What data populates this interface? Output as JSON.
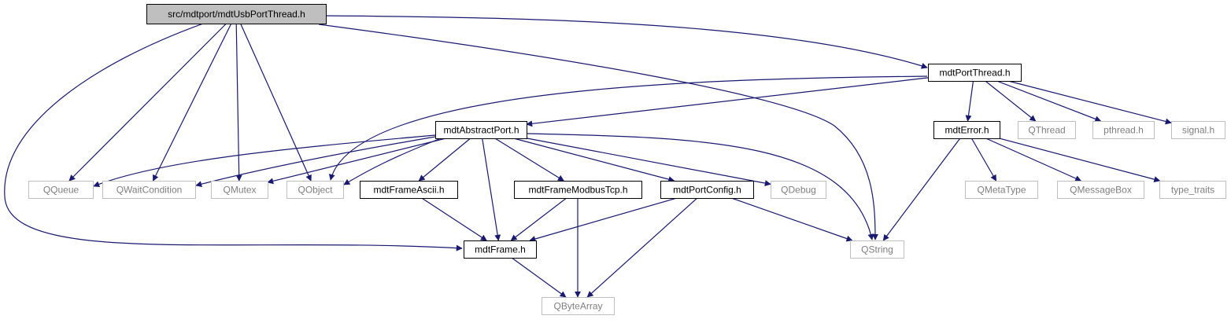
{
  "colors": {
    "edge": "#191970",
    "project_border": "#000000",
    "external_border": "#bfbfbf",
    "external_text": "#7f7f7f",
    "root_fill": "#bfbfbf",
    "text": "#000000"
  },
  "nodes": [
    {
      "id": "root",
      "label": "src/mdtport/mdtUsbPortThread.h",
      "kind": "root",
      "clickable": false
    },
    {
      "id": "mdtPortThread",
      "label": "mdtPortThread.h",
      "kind": "project",
      "clickable": true
    },
    {
      "id": "mdtAbstractPort",
      "label": "mdtAbstractPort.h",
      "kind": "project",
      "clickable": true
    },
    {
      "id": "mdtError",
      "label": "mdtError.h",
      "kind": "project",
      "clickable": true
    },
    {
      "id": "QThread",
      "label": "QThread",
      "kind": "external",
      "clickable": false
    },
    {
      "id": "pthread",
      "label": "pthread.h",
      "kind": "external",
      "clickable": false
    },
    {
      "id": "signal",
      "label": "signal.h",
      "kind": "external",
      "clickable": false
    },
    {
      "id": "QQueue",
      "label": "QQueue",
      "kind": "external",
      "clickable": false
    },
    {
      "id": "QWaitCondition",
      "label": "QWaitCondition",
      "kind": "external",
      "clickable": false
    },
    {
      "id": "QMutex",
      "label": "QMutex",
      "kind": "external",
      "clickable": false
    },
    {
      "id": "QObject",
      "label": "QObject",
      "kind": "external",
      "clickable": false
    },
    {
      "id": "mdtFrameAscii",
      "label": "mdtFrameAscii.h",
      "kind": "project",
      "clickable": true
    },
    {
      "id": "mdtFrameModbusTcp",
      "label": "mdtFrameModbusTcp.h",
      "kind": "project",
      "clickable": true
    },
    {
      "id": "mdtPortConfig",
      "label": "mdtPortConfig.h",
      "kind": "project",
      "clickable": true
    },
    {
      "id": "QDebug",
      "label": "QDebug",
      "kind": "external",
      "clickable": false
    },
    {
      "id": "QMetaType",
      "label": "QMetaType",
      "kind": "external",
      "clickable": false
    },
    {
      "id": "QMessageBox",
      "label": "QMessageBox",
      "kind": "external",
      "clickable": false
    },
    {
      "id": "type_traits",
      "label": "type_traits",
      "kind": "external",
      "clickable": false
    },
    {
      "id": "mdtFrame",
      "label": "mdtFrame.h",
      "kind": "project",
      "clickable": true
    },
    {
      "id": "QString",
      "label": "QString",
      "kind": "external",
      "clickable": false
    },
    {
      "id": "QByteArray",
      "label": "QByteArray",
      "kind": "external",
      "clickable": false
    }
  ],
  "edges": [
    {
      "from": "root",
      "to": "mdtPortThread"
    },
    {
      "from": "root",
      "to": "QString"
    },
    {
      "from": "root",
      "to": "QObject"
    },
    {
      "from": "root",
      "to": "QMutex"
    },
    {
      "from": "root",
      "to": "QWaitCondition"
    },
    {
      "from": "root",
      "to": "QQueue"
    },
    {
      "from": "root",
      "to": "mdtFrame"
    },
    {
      "from": "mdtPortThread",
      "to": "mdtAbstractPort"
    },
    {
      "from": "mdtPortThread",
      "to": "QObject"
    },
    {
      "from": "mdtPortThread",
      "to": "mdtError"
    },
    {
      "from": "mdtPortThread",
      "to": "QThread"
    },
    {
      "from": "mdtPortThread",
      "to": "pthread"
    },
    {
      "from": "mdtPortThread",
      "to": "signal"
    },
    {
      "from": "mdtAbstractPort",
      "to": "QQueue"
    },
    {
      "from": "mdtAbstractPort",
      "to": "QWaitCondition"
    },
    {
      "from": "mdtAbstractPort",
      "to": "QMutex"
    },
    {
      "from": "mdtAbstractPort",
      "to": "QObject"
    },
    {
      "from": "mdtAbstractPort",
      "to": "mdtFrameAscii"
    },
    {
      "from": "mdtAbstractPort",
      "to": "mdtFrame"
    },
    {
      "from": "mdtAbstractPort",
      "to": "mdtFrameModbusTcp"
    },
    {
      "from": "mdtAbstractPort",
      "to": "mdtPortConfig"
    },
    {
      "from": "mdtAbstractPort",
      "to": "QDebug"
    },
    {
      "from": "mdtAbstractPort",
      "to": "QString"
    },
    {
      "from": "mdtError",
      "to": "QString"
    },
    {
      "from": "mdtError",
      "to": "QMetaType"
    },
    {
      "from": "mdtError",
      "to": "QMessageBox"
    },
    {
      "from": "mdtError",
      "to": "type_traits"
    },
    {
      "from": "mdtFrameAscii",
      "to": "mdtFrame"
    },
    {
      "from": "mdtFrameModbusTcp",
      "to": "mdtFrame"
    },
    {
      "from": "mdtFrameModbusTcp",
      "to": "QByteArray"
    },
    {
      "from": "mdtPortConfig",
      "to": "mdtFrame"
    },
    {
      "from": "mdtPortConfig",
      "to": "QByteArray"
    },
    {
      "from": "mdtPortConfig",
      "to": "QString"
    },
    {
      "from": "mdtFrame",
      "to": "QByteArray"
    }
  ]
}
